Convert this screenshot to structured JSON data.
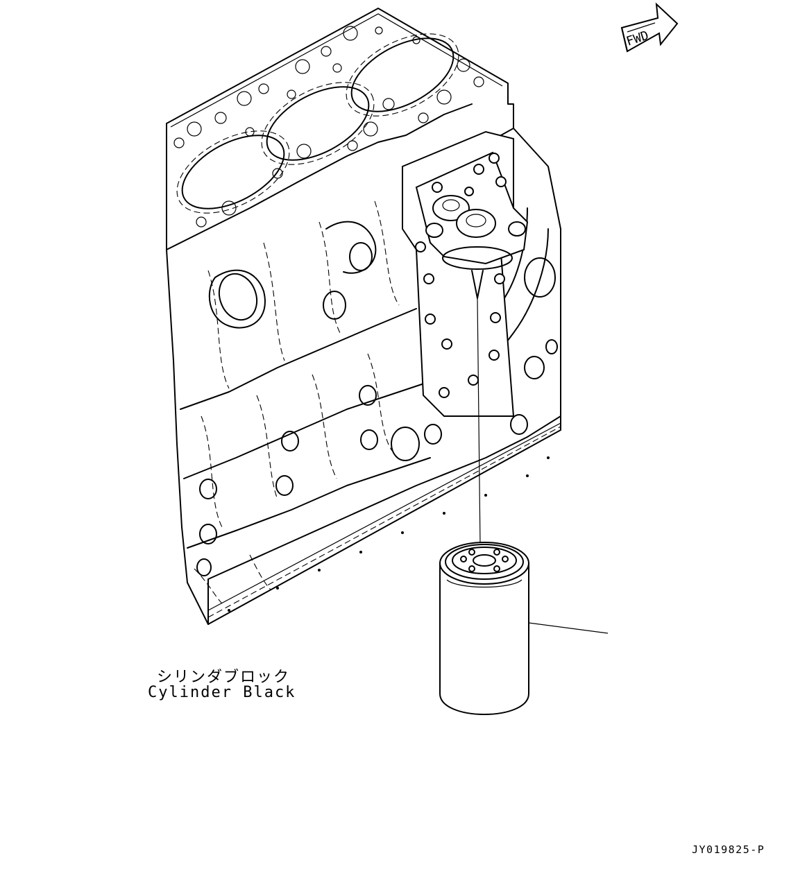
{
  "fwd_marker": {
    "text": "FWD",
    "icon": "forward-direction-arrow-icon"
  },
  "labels": {
    "cylinder_block_jp": "シリンダブロック",
    "cylinder_block_en": "Cylinder Black"
  },
  "drawing_number": "JY019825-P"
}
